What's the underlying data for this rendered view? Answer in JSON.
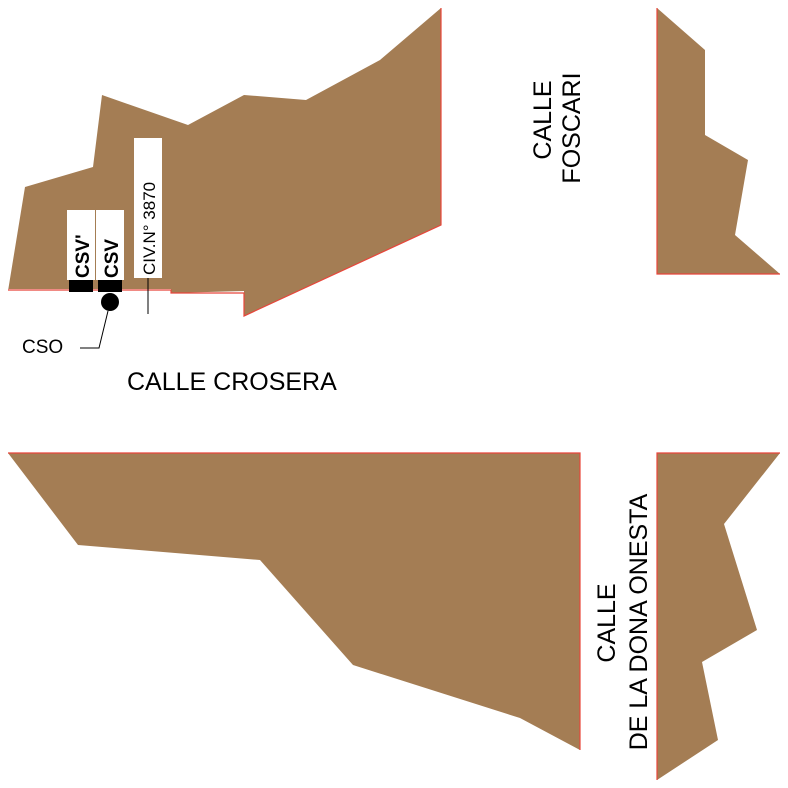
{
  "colors": {
    "building_fill": "#a47d54",
    "building_edge": "#e8453a",
    "ink": "#000000"
  },
  "labels": {
    "calle_crosera": "CALLE CROSERA",
    "calle_foscari_1": "CALLE",
    "calle_foscari_2": "FOSCARI",
    "calle_dona_onesta_1": "CALLE",
    "calle_dona_onesta_2": "DE LA DONA ONESTA",
    "civic_number": "CIV.N° 3870",
    "csv_prime": "CSV'",
    "csv": "CSV",
    "cso": "CSO"
  }
}
